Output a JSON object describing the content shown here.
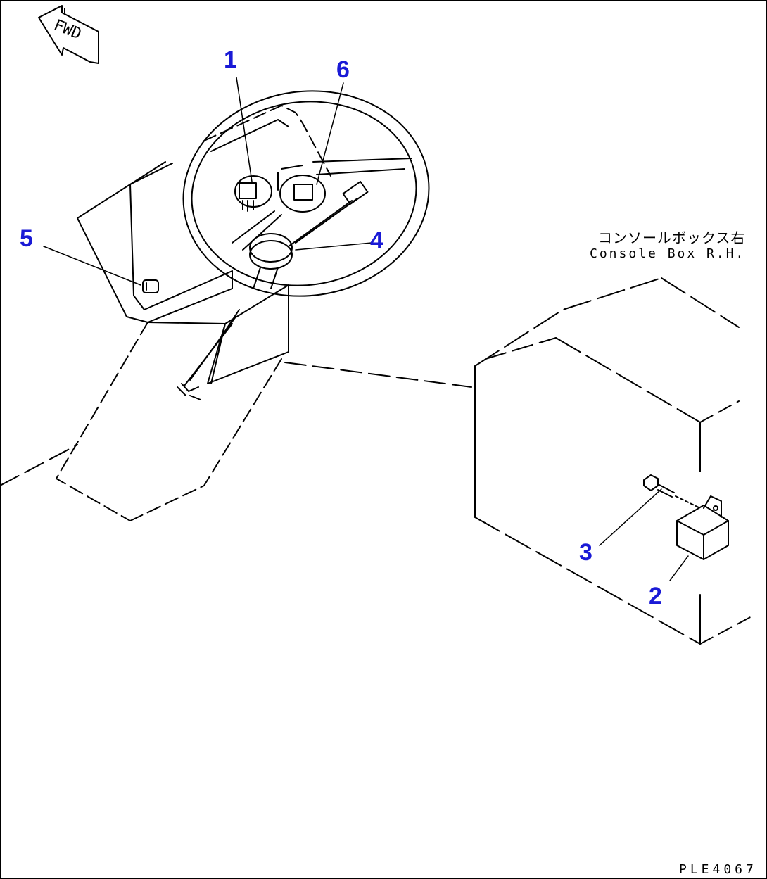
{
  "fwd_label": "FWD",
  "console_label_jp": "コンソールボックス右",
  "console_label_en": "Console Box R.H.",
  "drawing_code": "PLE4067",
  "callouts": {
    "c1": "1",
    "c2": "2",
    "c3": "3",
    "c4": "4",
    "c5": "5",
    "c6": "6"
  },
  "colors": {
    "callout": "#1a1ad6",
    "line": "#000000"
  }
}
